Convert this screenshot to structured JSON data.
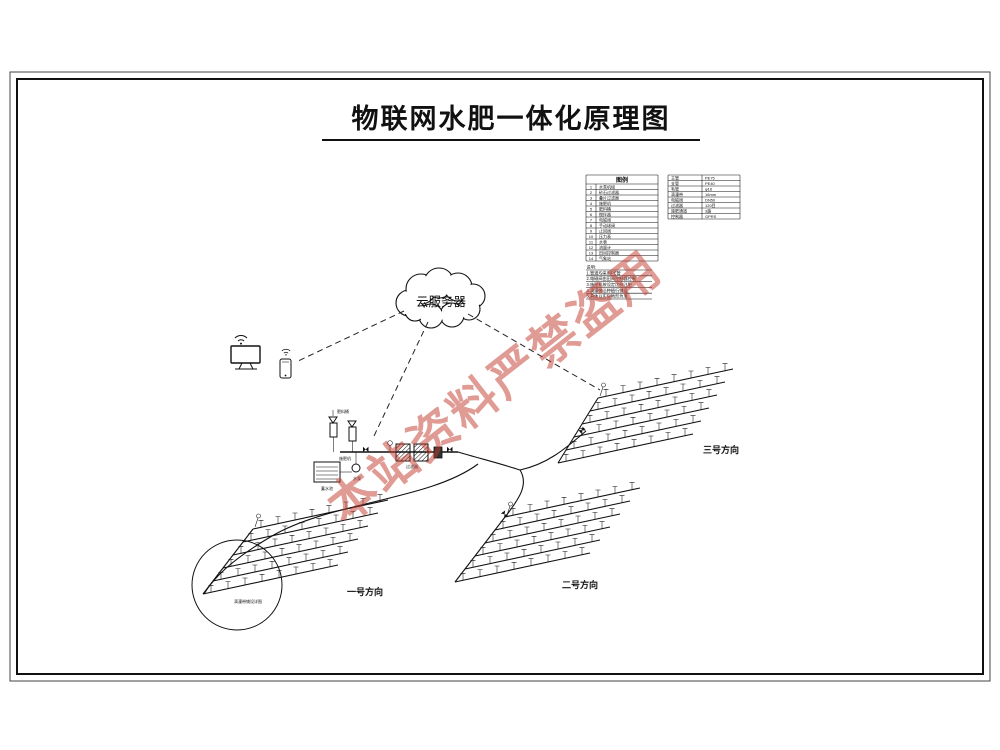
{
  "page": {
    "title": "物联网水肥一体化原理图"
  },
  "watermark": {
    "text": "本站资料严禁盗用",
    "color": "#c0392b"
  },
  "cloud": {
    "label": "云服务器"
  },
  "fields": [
    {
      "label": "一号方向"
    },
    {
      "label": "二号方向"
    },
    {
      "label": "三号方向"
    }
  ],
  "legend": {
    "title": "图例",
    "rows": [
      {
        "no": "1",
        "name": "水泵机组"
      },
      {
        "no": "2",
        "name": "砂石过滤器"
      },
      {
        "no": "3",
        "name": "叠片过滤器"
      },
      {
        "no": "4",
        "name": "施肥机"
      },
      {
        "no": "5",
        "name": "肥料桶"
      },
      {
        "no": "6",
        "name": "搅拌器"
      },
      {
        "no": "7",
        "name": "电磁阀"
      },
      {
        "no": "8",
        "name": "手动球阀"
      },
      {
        "no": "9",
        "name": "止回阀"
      },
      {
        "no": "10",
        "name": "压力表"
      },
      {
        "no": "11",
        "name": "水表"
      },
      {
        "no": "12",
        "name": "流量计"
      },
      {
        "no": "13",
        "name": "田间控制器"
      },
      {
        "no": "14",
        "name": "气象站"
      }
    ],
    "notes": [
      "说明:",
      "1.管道均采用PE管",
      "2.电磁阀由田间控制器控制",
      "3.施肥机按设定比例注肥",
      "4.滴灌带沿种植行铺设",
      "5.具体以实际地形为准"
    ]
  },
  "materials": {
    "rows": [
      {
        "name": "主管",
        "spec": "PE75"
      },
      {
        "name": "支管",
        "spec": "PE40"
      },
      {
        "name": "毛管",
        "spec": "φ16"
      },
      {
        "name": "滴灌带",
        "spec": "16mm"
      },
      {
        "name": "电磁阀",
        "spec": "DN50"
      },
      {
        "name": "过滤器",
        "spec": "120目"
      },
      {
        "name": "施肥通道",
        "spec": "3路"
      },
      {
        "name": "控制器",
        "spec": "GPRS"
      }
    ]
  },
  "equipment": {
    "tank": "肥料桶",
    "machine": "施肥机",
    "filter": "过滤器",
    "pump": "水泵",
    "reservoir": "蓄水池",
    "detail": "滴灌带铺设详图"
  }
}
